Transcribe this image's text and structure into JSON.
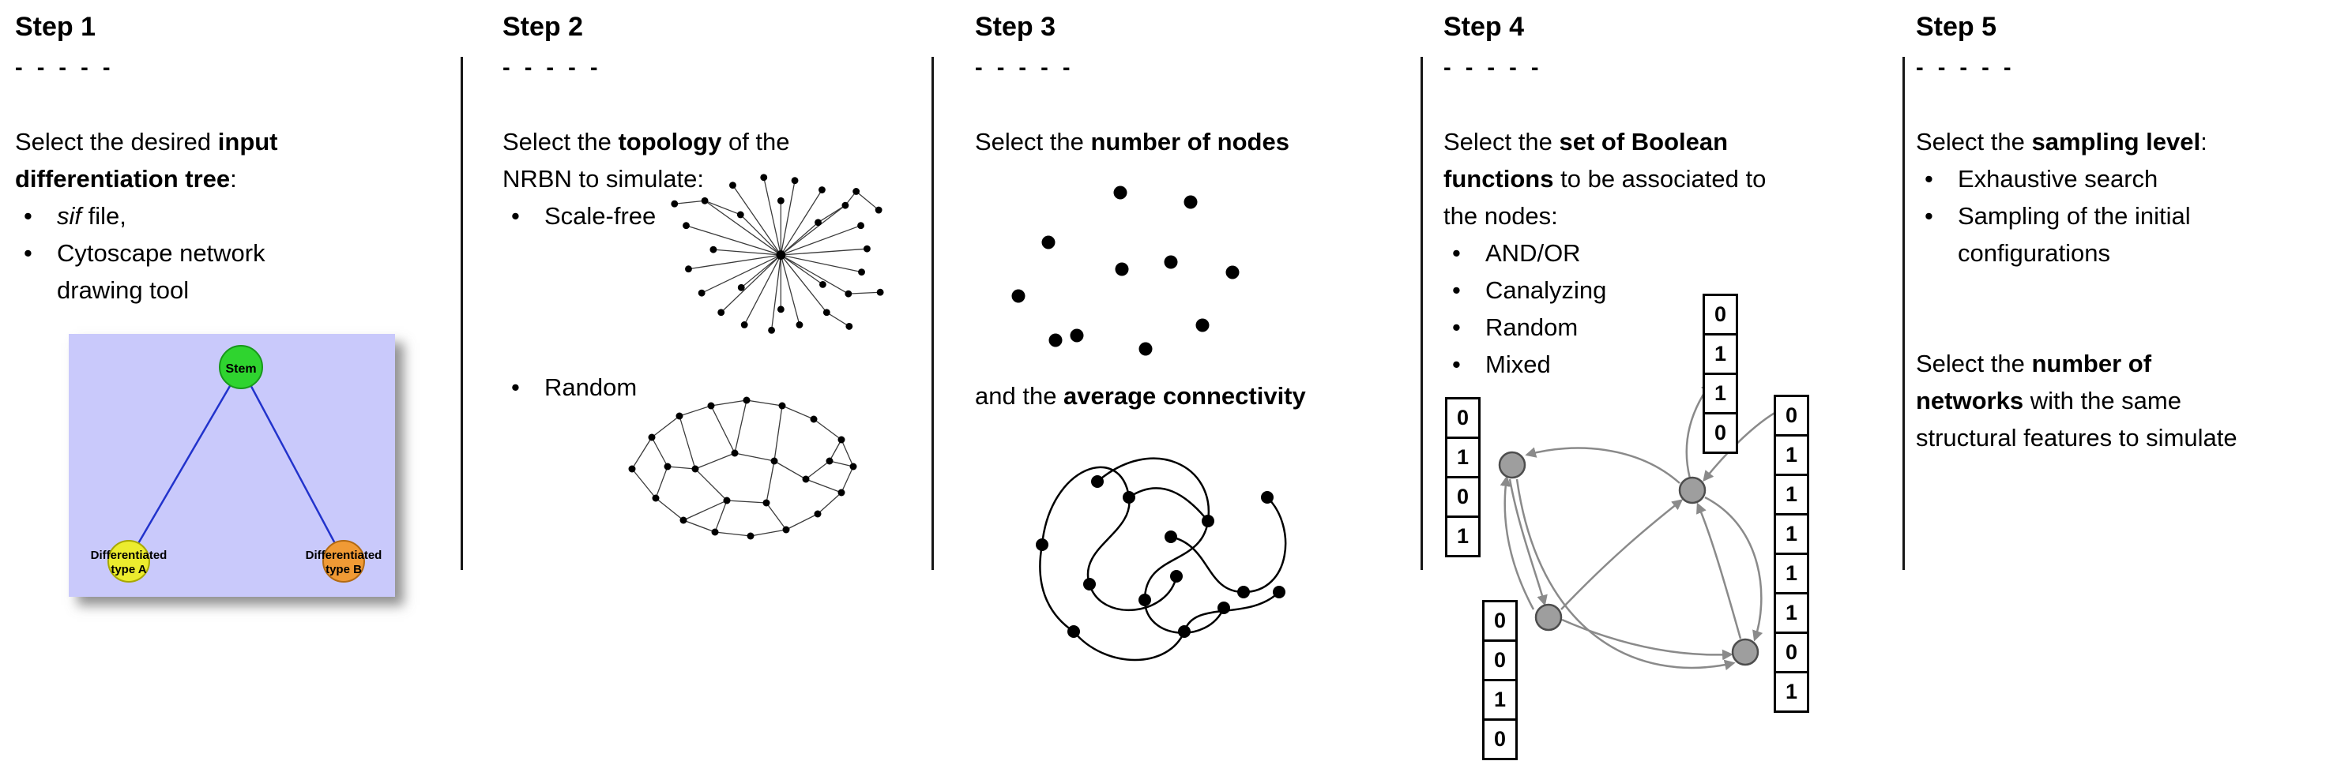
{
  "steps": [
    {
      "title": "Step 1",
      "dashes": "- - - - -",
      "intro": {
        "p0": "Select the desired ",
        "p1": "input",
        "p2": "differentiation tree",
        "p3": ":"
      },
      "bullets": {
        "b0_italic": "sif",
        "b0_rest": " file,",
        "b1_line1": "Cytoscape network",
        "b1_line2": "drawing tool"
      },
      "tree": {
        "stem": "Stem",
        "type_a_1": "Differentiated",
        "type_a_2": "type A",
        "type_b_1": "Differentiated",
        "type_b_2": "type B",
        "colors": {
          "panel": "#c9c9fb",
          "stem": "#2fd42f",
          "type_a": "#ecec2e",
          "type_b": "#f09a35",
          "edge": "#2233cc"
        }
      }
    },
    {
      "title": "Step 2",
      "dashes": "- - - - -",
      "intro": {
        "p0": "Select the ",
        "p1": "topology",
        "p2": " of the",
        "p3": "NRBN to simulate:"
      },
      "bullets": {
        "b0": "Scale-free",
        "b1": "Random"
      }
    },
    {
      "title": "Step 3",
      "dashes": "- - - - -",
      "intro": {
        "p0": "Select the ",
        "p1": "number of nodes"
      },
      "connectivity": {
        "p0": "and the ",
        "p1": "average connectivity"
      }
    },
    {
      "title": "Step 4",
      "dashes": "- - - - -",
      "intro": {
        "p0": "Select the ",
        "p1": "set of Boolean",
        "p2": "functions",
        "p3": " to be associated to",
        "p4": "the nodes:"
      },
      "bullets": {
        "b0": "AND/OR",
        "b1": "Canalyzing",
        "b2": "Random",
        "b3": "Mixed"
      },
      "truth_tables": {
        "top": [
          "0",
          "1",
          "1",
          "0"
        ],
        "left": [
          "0",
          "1",
          "0",
          "1"
        ],
        "bottom": [
          "0",
          "0",
          "1",
          "0"
        ],
        "right": [
          "0",
          "1",
          "1",
          "1",
          "1",
          "1",
          "0",
          "1"
        ]
      }
    },
    {
      "title": "Step 5",
      "dashes": "- - - - -",
      "intro": {
        "p0": "Select the ",
        "p1": "sampling level",
        "p2": ":"
      },
      "bullets": {
        "b0": "Exhaustive search",
        "b1_line1": "Sampling of the initial",
        "b1_line2": "configurations"
      },
      "second": {
        "p0": "Select the ",
        "p1": "number of",
        "p2": "networks",
        "p3": " with the same",
        "p4": "structural features to simulate"
      }
    }
  ]
}
